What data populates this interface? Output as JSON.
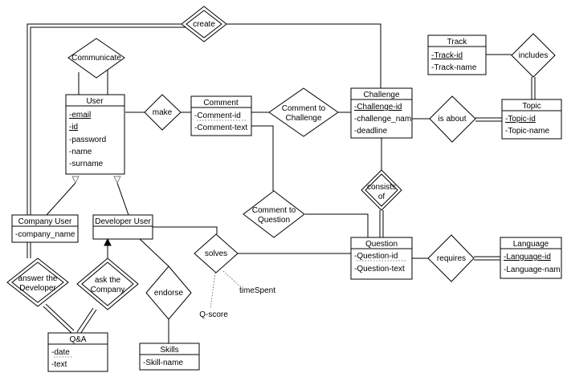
{
  "entities": {
    "track": {
      "title": "Track",
      "attrs": [
        "-Track-id",
        "-Track-name"
      ]
    },
    "topic": {
      "title": "Topic",
      "attrs": [
        "-Topic-id",
        "-Topic-name"
      ]
    },
    "user": {
      "title": "User",
      "attrs": [
        "-email",
        "-id",
        "-password",
        "-name",
        "-surname"
      ]
    },
    "comment": {
      "title": "Comment",
      "attrs": [
        "-Comment-id",
        "-Comment-text"
      ]
    },
    "challenge": {
      "title": "Challenge",
      "attrs": [
        "-Challenge-id",
        "-challenge_nam",
        "-deadline"
      ]
    },
    "company": {
      "title": "Company User",
      "attrs": [
        "-company_name"
      ]
    },
    "developer": {
      "title": "Developer User",
      "attrs": []
    },
    "question": {
      "title": "Question",
      "attrs": [
        "-Question-id",
        "-Question-text"
      ]
    },
    "language": {
      "title": "Language",
      "attrs": [
        "-Language-id",
        "-Language-nam"
      ]
    },
    "qa": {
      "title": "Q&A",
      "attrs": [
        "-date",
        "-text"
      ]
    },
    "skills": {
      "title": "Skills",
      "attrs": [
        "-Skill-name"
      ]
    }
  },
  "relationships": {
    "create": [
      "create"
    ],
    "communicate": [
      "Communicate"
    ],
    "includes": [
      "includes"
    ],
    "make": [
      "make"
    ],
    "comment_chal": [
      "Comment to",
      "Challenge"
    ],
    "is_about": [
      "is about"
    ],
    "consists": [
      "consists",
      "of"
    ],
    "comment_q": [
      "Comment to",
      "Question"
    ],
    "solves": [
      "solves"
    ],
    "requires": [
      "requires"
    ],
    "endorse": [
      "endorse"
    ],
    "answer": [
      "answer the",
      "Developer"
    ],
    "ask": [
      "ask the",
      "Company"
    ]
  },
  "attributes": {
    "time_spent": "timeSpent",
    "q_score": "Q-score"
  }
}
